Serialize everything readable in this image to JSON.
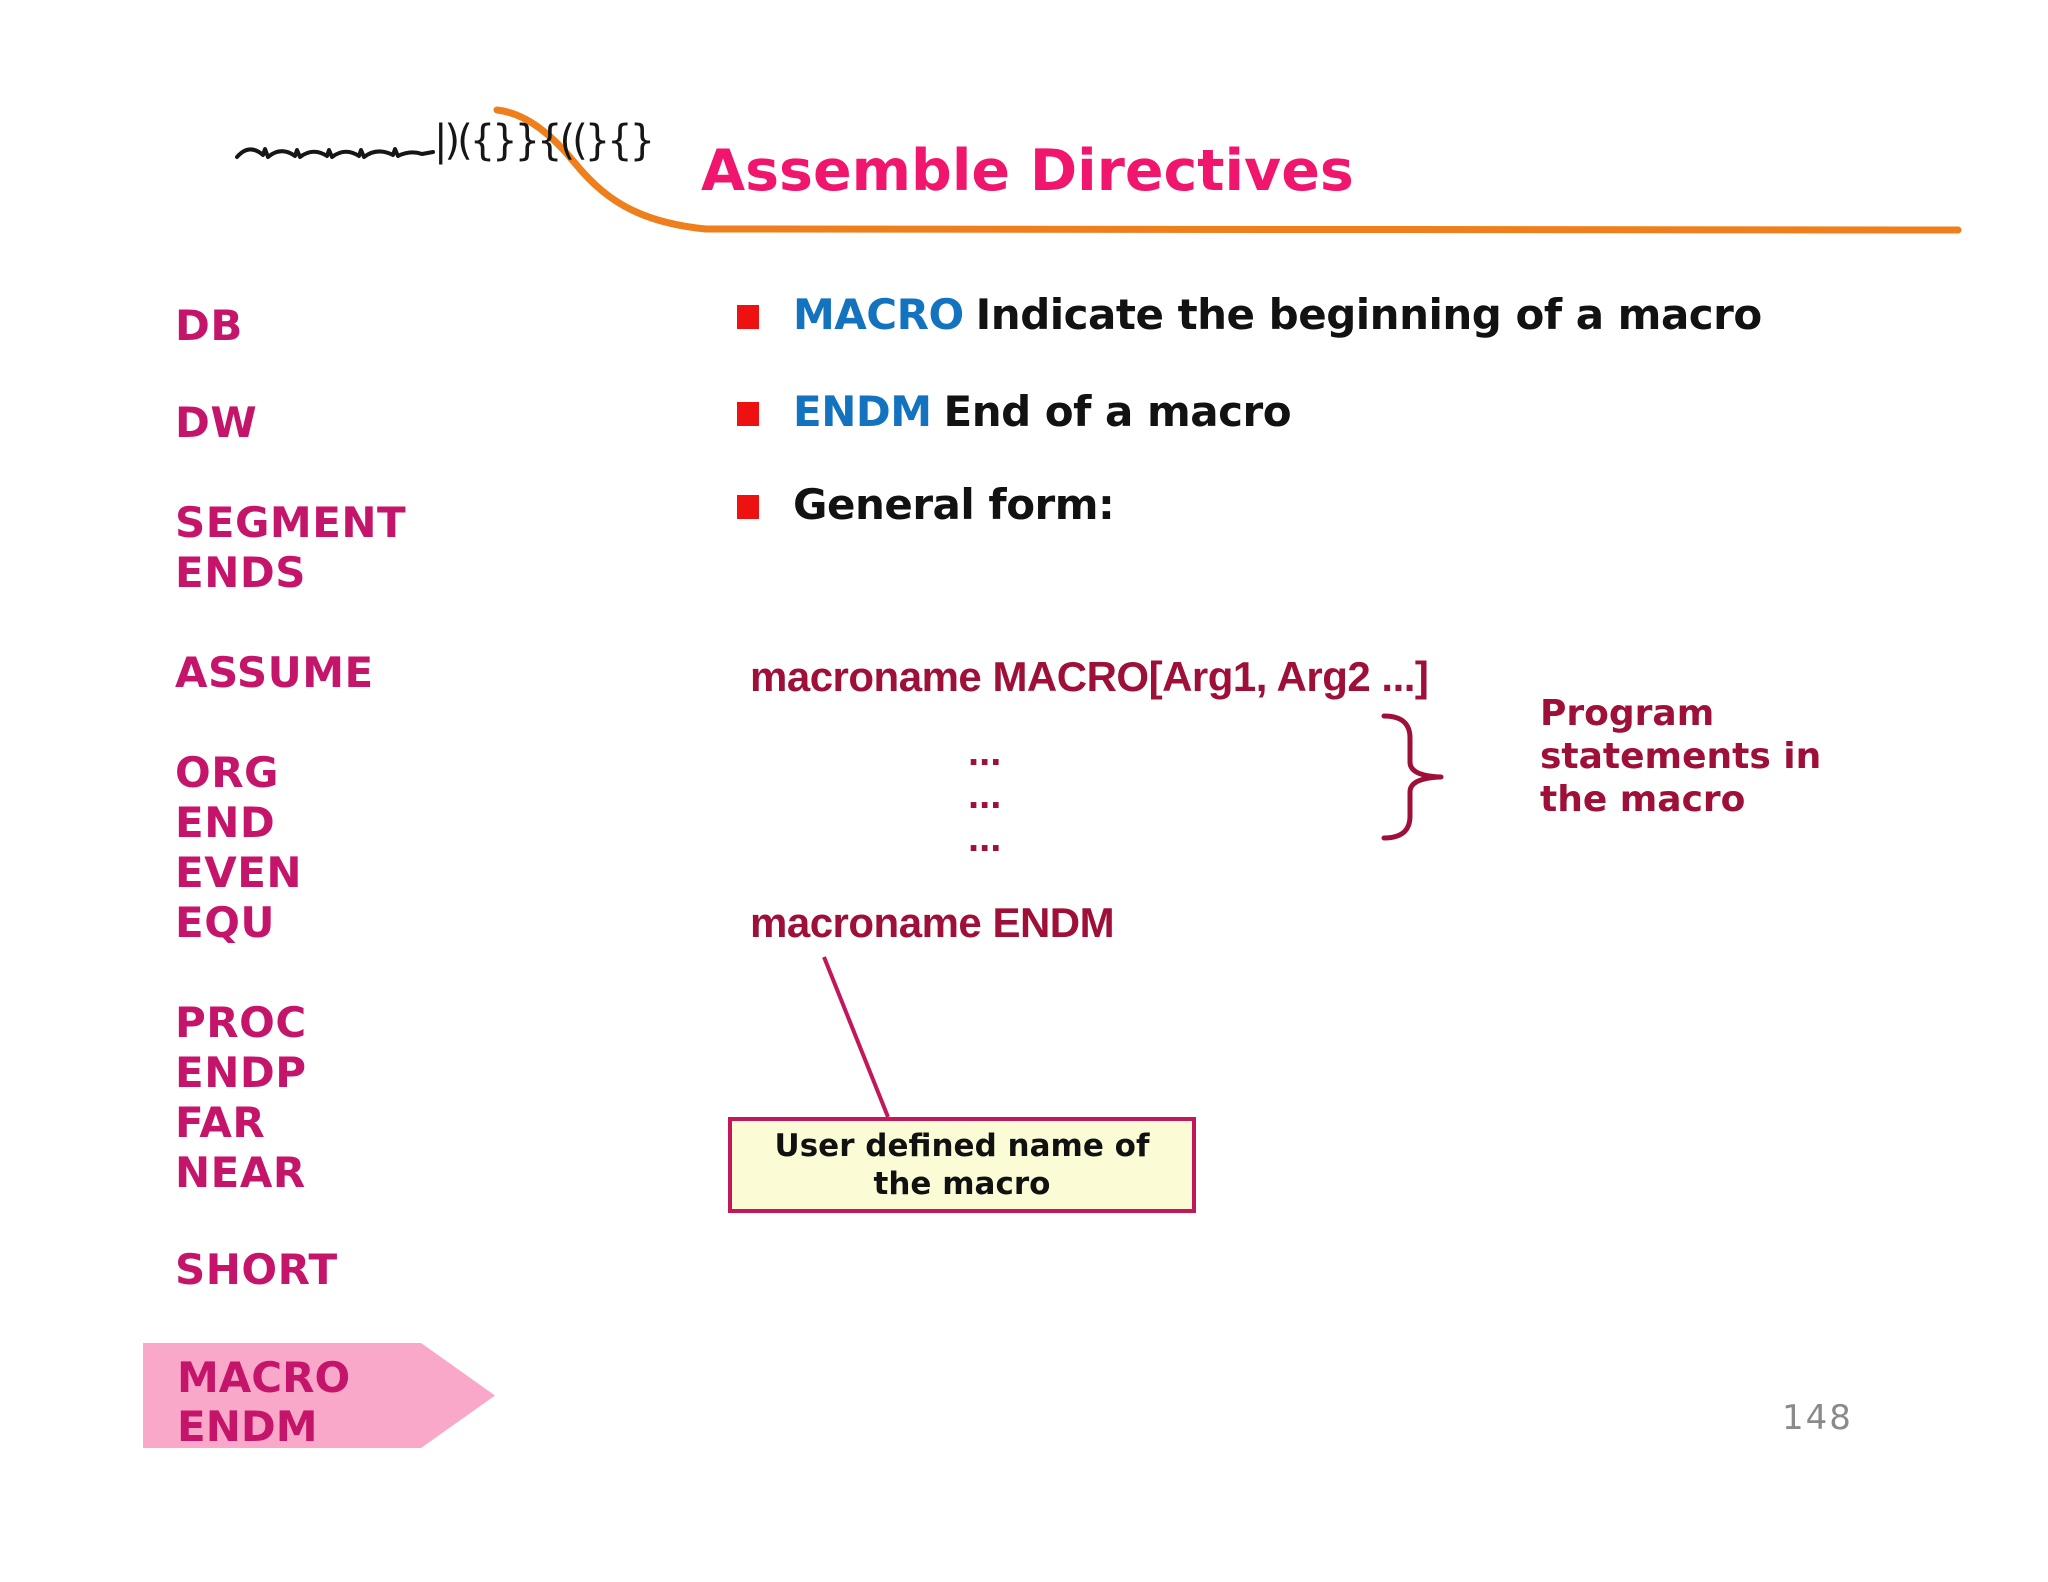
{
  "header": {
    "title": "Assemble Directives",
    "logo_glyphs": "|)({}}{((}{}"
  },
  "directives": {
    "items": [
      "DB",
      "DW",
      "SEGMENT",
      "ENDS",
      "ASSUME",
      "ORG",
      "END",
      "EVEN",
      "EQU",
      "PROC",
      "ENDP",
      "FAR",
      "NEAR",
      "SHORT"
    ],
    "highlighted": [
      "MACRO",
      "ENDM"
    ]
  },
  "bullets": [
    {
      "keyword": "MACRO",
      "text": "Indicate the beginning of a macro"
    },
    {
      "keyword": "ENDM",
      "text": "End of a macro"
    },
    {
      "keyword": "",
      "text": "General form:"
    }
  ],
  "code": {
    "open_line": "macroname MACRO[Arg1, Arg2 ...]",
    "ellipsis": "...",
    "close_line": "macroname ENDM"
  },
  "annotations": {
    "brace_label": "Program statements in the macro",
    "callout_text": "User defined name of the macro"
  },
  "footer": {
    "page_number": "148"
  },
  "colors": {
    "title_pink": "#F0156D",
    "directive_magenta": "#C4156A",
    "keyword_blue": "#1373BF",
    "bullet_red": "#EE1111",
    "code_maroon": "#9E1038",
    "callout_border": "#C2185B",
    "callout_fill": "#FBFBD6",
    "arrow_pink": "#F9A8CA",
    "divider_orange": "#EE7F1C",
    "page_gray": "#8A8A8A"
  }
}
